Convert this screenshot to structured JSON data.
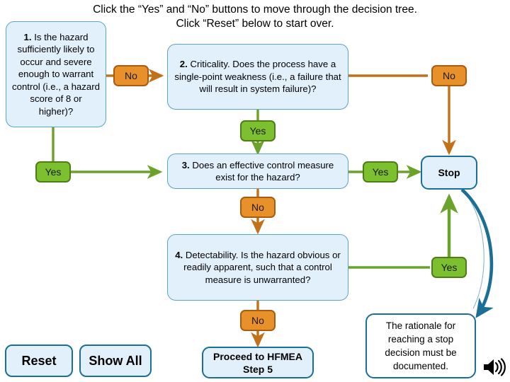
{
  "header": {
    "line1": "Click the “Yes” and “No” buttons to move through the decision tree.",
    "line2": "Click “Reset” below to start over."
  },
  "nodes": {
    "q1": {
      "number": "1.",
      "text": " Is the hazard sufficiently likely to occur and severe enough to warrant control (i.e., a hazard score of 8 or higher)?"
    },
    "q2": {
      "number": "2.",
      "text": " Criticality. Does the process have a single-point weakness (i.e., a failure that will result in system failure)?"
    },
    "q3": {
      "number": "3.",
      "text": " Does an effective control measure exist for the hazard?"
    },
    "q4": {
      "number": "4.",
      "text": " Detectability. Is the hazard obvious or readily apparent, such that a control measure is unwarranted?"
    },
    "stop": {
      "label": "Stop"
    },
    "proceed": {
      "label": "Proceed to HFMEA Step 5"
    },
    "rationale": {
      "label": "The rationale for reaching a stop decision must be documented."
    }
  },
  "decisions": {
    "q1_no": "No",
    "q1_yes": "Yes",
    "q2_no": "No",
    "q2_yes": "Yes",
    "q3_yes": "Yes",
    "q3_no": "No",
    "q4_yes": "Yes",
    "q4_no": "No"
  },
  "controls": {
    "reset": "Reset",
    "show_all": "Show All",
    "audio_icon": "speaker-icon"
  },
  "colors": {
    "box_fill": "#e2f0fb",
    "box_border": "#5aa5c4",
    "terminal_border": "#1b6e96",
    "yes_fill": "#7cc030",
    "yes_border": "#4e7d15",
    "no_fill": "#e8912b",
    "no_border": "#a85c10",
    "green_wire": "#6ba32a",
    "orange_wire": "#c1711a",
    "blue_wire": "#1b6e96"
  }
}
